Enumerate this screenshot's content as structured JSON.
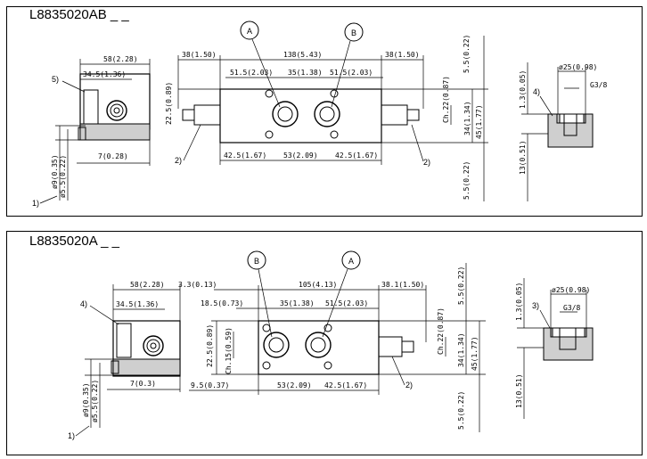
{
  "panels": [
    {
      "title": "L8835020AB _ _",
      "dims": {
        "w58": "58(2.28)",
        "w345": "34.5(1.36)",
        "w7": "7(0.28)",
        "d9": "ø9(0.35)",
        "d55": "ø5.5(0.22)",
        "top38l": "38(1.50)",
        "top138": "138(5.43)",
        "top38r": "38(1.50)",
        "m515l": "51.5(2.03)",
        "m35": "35(1.38)",
        "m515r": "51.5(2.03)",
        "h225": "22.5(0.89)",
        "b425l": "42.5(1.67)",
        "b53": "53(2.09)",
        "b425r": "42.5(1.67)",
        "ch22": "Ch.22(0.87)",
        "v34": "34(1.34)",
        "v45": "45(1.77)",
        "v55t": "5.5(0.22)",
        "v55b": "5.5(0.22)",
        "p13": "1.3(0.05)",
        "p25": "ø25(0.98)",
        "pg": "G3/8",
        "p13b": "13(0.51)"
      },
      "callouts": {
        "a": "A",
        "b": "B",
        "n5": "5)",
        "n2l": "2)",
        "n2r": "2)",
        "n4": "4)",
        "n1": "1)"
      }
    },
    {
      "title": "L8835020A _ _",
      "dims": {
        "w58": "58(2.28)",
        "w345": "34.5(1.36)",
        "w7": "7(0.3)",
        "d9": "ø9(0.35)",
        "d55": "ø5.5(0.22)",
        "t33": "3.3(0.13)",
        "t105": "105(4.13)",
        "t381": "38.1(1.50)",
        "m185": "18.5(0.73)",
        "m35": "35(1.38)",
        "m515": "51.5(2.03)",
        "h225": "22.5(0.89)",
        "ch15": "Ch.15(0.59)",
        "b95": "9.5(0.37)",
        "b53": "53(2.09)",
        "b425": "42.5(1.67)",
        "ch22": "Ch.22(0.87)",
        "v34": "34(1.34)",
        "v45": "45(1.77)",
        "v55t": "5.5(0.22)",
        "v55b": "5.5(0.22)",
        "p13": "1.3(0.05)",
        "p25": "ø25(0.98)",
        "pg": "G3/8",
        "p13b": "13(0.51)"
      },
      "callouts": {
        "b": "B",
        "a": "A",
        "n4": "4)",
        "n2": "2)",
        "n3": "3)",
        "n1": "1)"
      }
    }
  ]
}
